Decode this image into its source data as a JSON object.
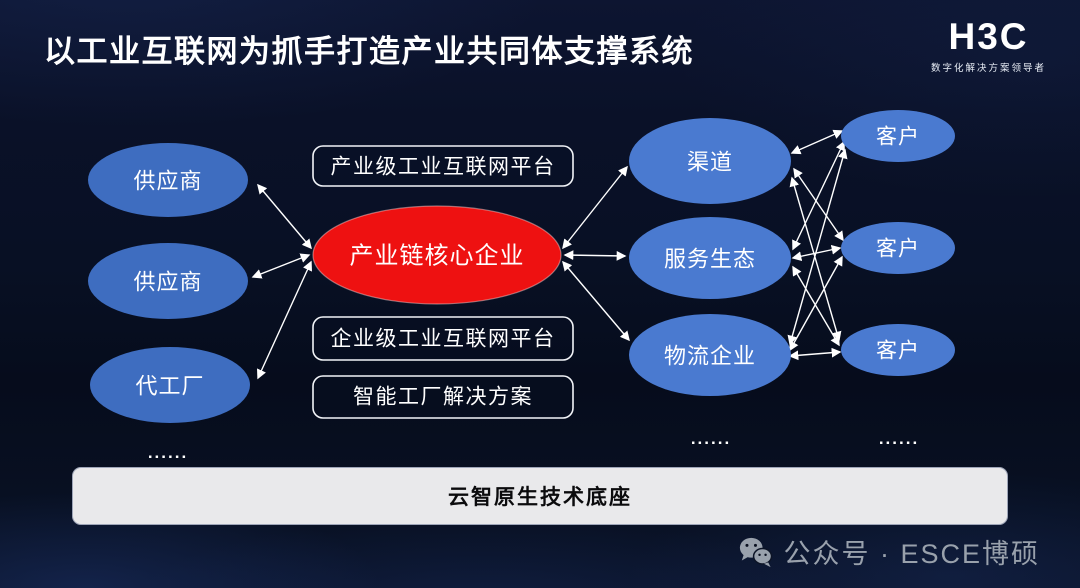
{
  "slide": {
    "title": "以工业互联网为抓手打造产业共同体支撑系统",
    "logo": {
      "brand": "H3C",
      "tagline": "数字化解决方案领导者"
    }
  },
  "diagram": {
    "left_nodes": [
      {
        "label": "供应商"
      },
      {
        "label": "供应商"
      },
      {
        "label": "代工厂"
      }
    ],
    "core_node": {
      "label": "产业链核心企业",
      "color": "#ee1111"
    },
    "platform_boxes": [
      {
        "label": "产业级工业互联网平台"
      },
      {
        "label": "企业级工业互联网平台"
      },
      {
        "label": "智能工厂解决方案"
      }
    ],
    "right_nodes": [
      {
        "label": "渠道"
      },
      {
        "label": "服务生态"
      },
      {
        "label": "物流企业"
      }
    ],
    "customer_nodes": [
      {
        "label": "客户"
      },
      {
        "label": "客户"
      },
      {
        "label": "客户"
      }
    ],
    "ellipsis": [
      "......",
      "......",
      "......"
    ],
    "node_color": "#3e6dc0",
    "right_node_color": "#4a7ad0",
    "customer_color": "#4a7ad0"
  },
  "foundation_bar": {
    "label": "云智原生技术底座",
    "background": "#e9e9eb"
  },
  "footer": {
    "icon": "wechat-icon",
    "text": "公众号 · ESCE博硕"
  }
}
